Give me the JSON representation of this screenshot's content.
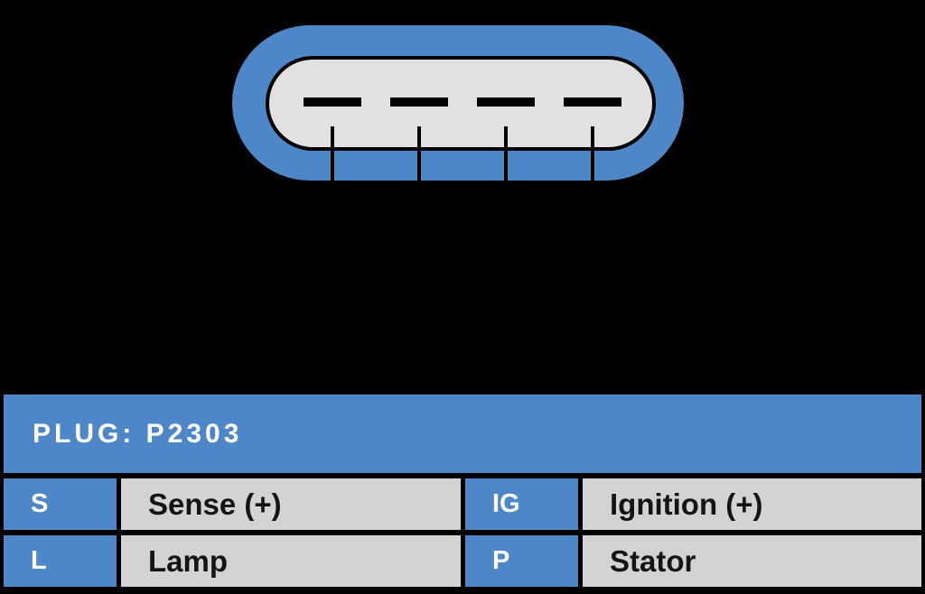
{
  "colors": {
    "accent-blue": "#4e87c8",
    "cell-gray": "#d3d3d3",
    "plug-face-gray": "#e1e1e1",
    "background": "#000000",
    "text-light": "#ffffff",
    "text-dark": "#141414"
  },
  "connector": {
    "description": "oval-4-pin-plug-front-view",
    "pin_count": 4
  },
  "table": {
    "header": "PLUG: P2303",
    "rows": [
      {
        "cells": [
          {
            "key": "S",
            "value": "Sense (+)"
          },
          {
            "key": "IG",
            "value": "Ignition (+)"
          }
        ]
      },
      {
        "cells": [
          {
            "key": "L",
            "value": "Lamp"
          },
          {
            "key": "P",
            "value": "Stator"
          }
        ]
      }
    ]
  }
}
